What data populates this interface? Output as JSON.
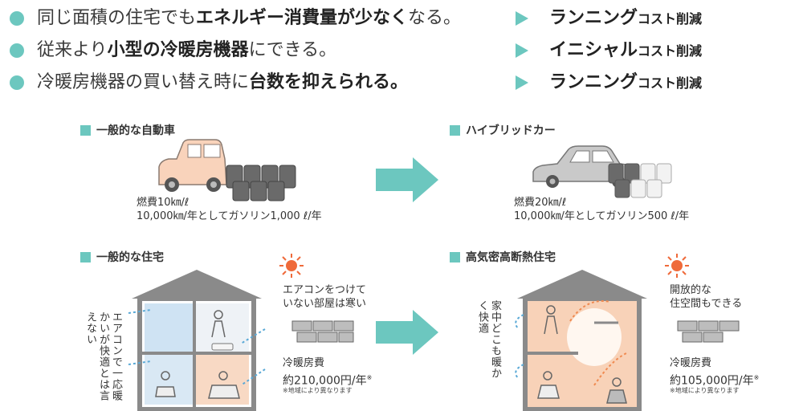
{
  "bullets": [
    {
      "pre": "同じ面積の住宅でも",
      "bold": "エネルギー消費量が少なく",
      "post": "なる。",
      "result_main": "ランニング",
      "result_sub": "コスト削減"
    },
    {
      "pre": "従来より",
      "bold": "小型の冷暖房機器",
      "post": "にできる。",
      "result_main": "イニシャル",
      "result_sub": "コスト削減"
    },
    {
      "pre": "冷暖房機器の買い替え時に",
      "bold": "台数を抑えられる。",
      "post": "",
      "result_main": "ランニング",
      "result_sub": "コスト削減"
    }
  ],
  "car_normal": {
    "label": "一般的な自動車",
    "fuel": "燃費10㎞/ℓ",
    "gas": "10,000㎞/年としてガソリン1,000 ℓ/年"
  },
  "car_hybrid": {
    "label": "ハイブリッドカー",
    "fuel": "燃費20㎞/ℓ",
    "gas": "10,000㎞/年としてガソリン500 ℓ/年"
  },
  "house_normal": {
    "label": "一般的な住宅",
    "ac_note": "エアコンで一応暖かいが快適とは言えない",
    "cold_line1": "エアコンをつけて",
    "cold_line2": "いない部屋は寒い",
    "cost_label": "冷暖房費",
    "cost_value": "約210,000円/年",
    "cost_mark": "※",
    "region_note": "※地域により異なります"
  },
  "house_insulated": {
    "label": "高気密高断熱住宅",
    "warm_note": "家中どこも暖かく快適",
    "open_line1": "開放的な",
    "open_line2": "住空間もできる",
    "cost_label": "冷暖房費",
    "cost_value": "約105,000円/年",
    "cost_mark": "※",
    "region_note": "※地域により異なります"
  },
  "colors": {
    "accent": "#6cc7bf",
    "warm": "#f7c8a8",
    "cool": "#cfe3f3",
    "house_gray": "#8a8a8a",
    "sun": "#ef6a3a"
  }
}
